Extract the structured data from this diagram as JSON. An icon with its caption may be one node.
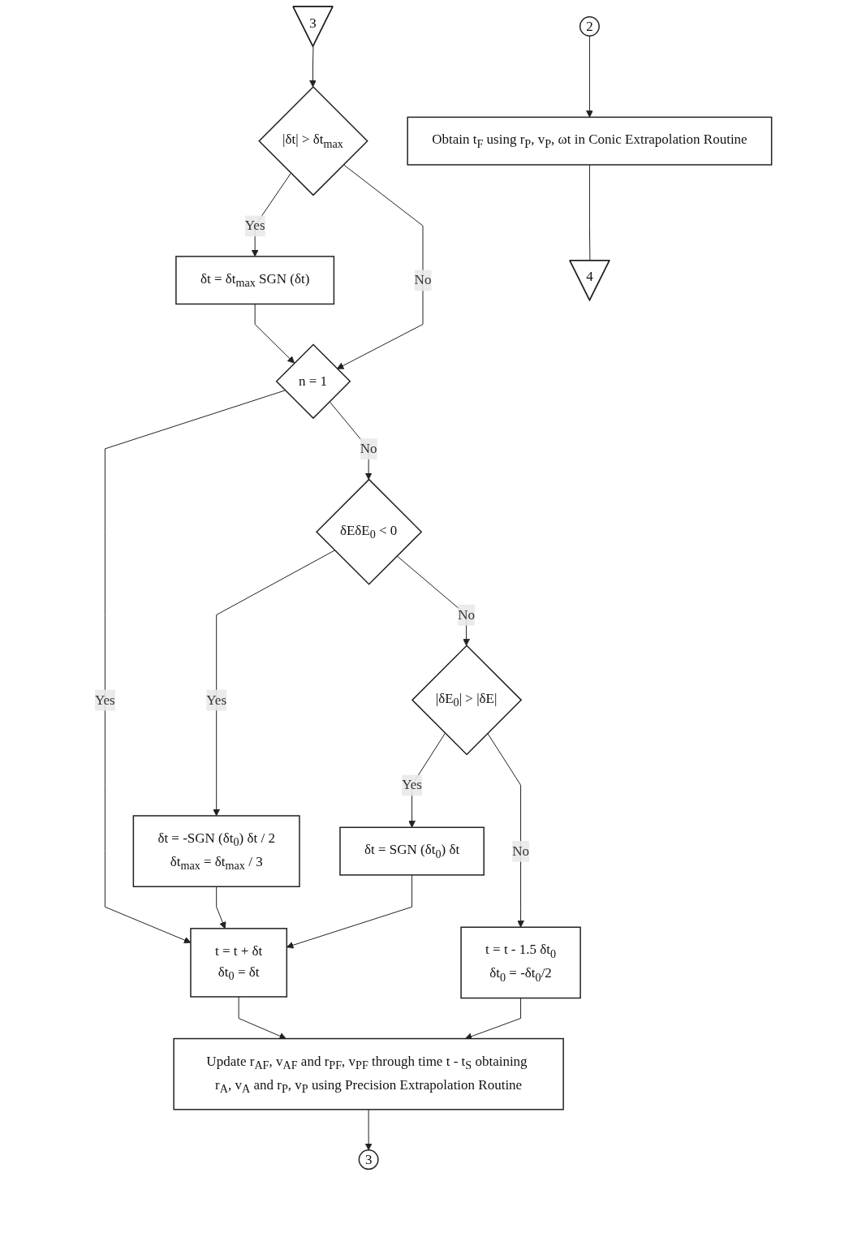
{
  "diagram": {
    "nodes": [
      {
        "text": [
          "3"
        ]
      },
      {
        "text": [
          "|δt| > δt$_{max}$"
        ]
      },
      {
        "text": [
          "δt = δt$_{max}$ SGN (δt)"
        ]
      },
      {
        "text": [
          "n = 1"
        ]
      },
      {
        "text": [
          "δEδE$_{0}$ < 0"
        ]
      },
      {
        "text": [
          "δt = -SGN (δt$_{0}$) δt / 2",
          "δt$_{max}$ = δt$_{max}$ / 3"
        ]
      },
      {
        "text": [
          "|δE$_{0}$| > |δE|"
        ]
      },
      {
        "text": [
          "δt = SGN (δt$_{0}$) δt"
        ]
      },
      {
        "text": [
          "t = t - 1.5 δt$_{0}$",
          "δt$_{0}$ = -δt$_{0}$/2"
        ]
      },
      {
        "text": [
          "t = t + δt",
          "δt$_{0}$ = δt"
        ]
      },
      {
        "text": [
          "Update r$_{AF}$, v$_{AF}$ and r$_{PF}$, v$_{PF}$ through time t - t$_{S}$ obtaining r$_{A}$, v$_{A}$ and r$_{P}$, v$_{P}$ using Precision Extrapolation Routine"
        ]
      },
      {
        "text": [
          "3"
        ]
      },
      {
        "text": [
          "2"
        ]
      },
      {
        "text": [
          "Obtain t$_{F}$ using r$_{P}$, v$_{P}$, ωt in Conic Extrapolation Routine"
        ]
      },
      {
        "text": [
          "4"
        ]
      }
    ],
    "edges": [
      {
        "from": 0,
        "to": 1,
        "arrow": "to"
      },
      {
        "from": 1,
        "to": 2,
        "label": "Yes",
        "arrow": "to"
      },
      {
        "from": 1,
        "to": 3,
        "label": "No",
        "arrow": "to"
      },
      {
        "from": 2,
        "to": 3,
        "arrow": "to"
      },
      {
        "from": 3,
        "to": 9,
        "label": "Yes",
        "arrow": "to"
      },
      {
        "from": 3,
        "to": 4,
        "label": "No",
        "arrow": "to"
      },
      {
        "from": 4,
        "to": 5,
        "label": "Yes",
        "arrow": "to"
      },
      {
        "from": 4,
        "to": 6,
        "label": "No",
        "arrow": "to"
      },
      {
        "from": 5,
        "to": 9,
        "arrow": "to"
      },
      {
        "from": 6,
        "to": 7,
        "label": "Yes",
        "arrow": "to"
      },
      {
        "from": 6,
        "to": 8,
        "label": "No",
        "arrow": "to"
      },
      {
        "from": 7,
        "to": 9,
        "arrow": "to"
      },
      {
        "from": 8,
        "to": 10,
        "arrow": "to"
      },
      {
        "from": 9,
        "to": 10,
        "arrow": "to"
      },
      {
        "from": 10,
        "to": 11,
        "arrow": "to"
      },
      {
        "from": 12,
        "to": 13,
        "arrow": "to"
      },
      {
        "from": 13,
        "to": 14,
        "arrow": "none"
      }
    ]
  }
}
